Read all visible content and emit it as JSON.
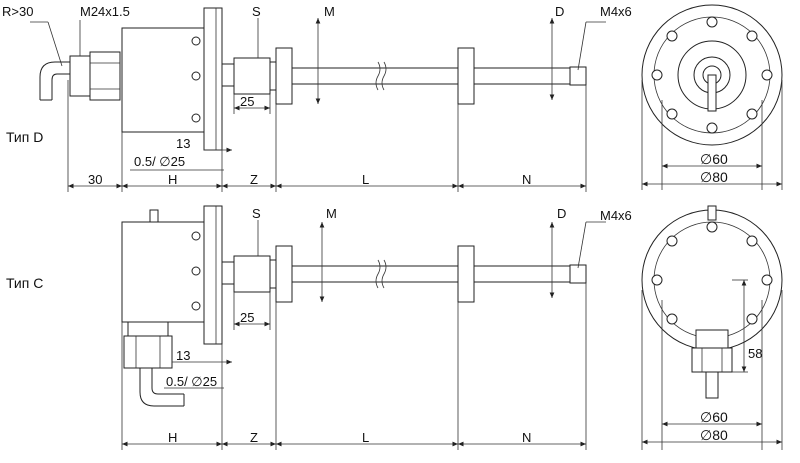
{
  "views": {
    "type_d": {
      "title": "Тип D",
      "labels": {
        "bend_radius": "R>30",
        "thread": "M24x1.5",
        "s": "S",
        "m": "M",
        "d": "D",
        "tip_thread": "M4x6",
        "dim_25": "25",
        "dim_13": "13",
        "dim_gap": "0.5/ ∅25",
        "dim_30": "30",
        "h": "H",
        "z": "Z",
        "l": "L",
        "n": "N",
        "dia_60": "∅60",
        "dia_80": "∅80"
      }
    },
    "type_c": {
      "title": "Тип C",
      "labels": {
        "s": "S",
        "m": "M",
        "d": "D",
        "tip_thread": "M4x6",
        "dim_25": "25",
        "dim_13": "13",
        "dim_gap": "0.5/ ∅25",
        "h": "H",
        "z": "Z",
        "l": "L",
        "n": "N",
        "dim_58": "58",
        "dia_60": "∅60",
        "dia_80": "∅80"
      }
    }
  }
}
